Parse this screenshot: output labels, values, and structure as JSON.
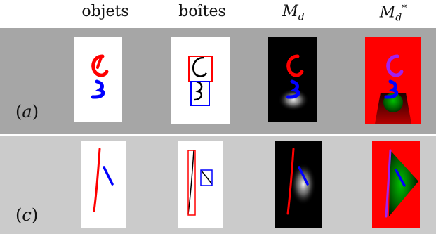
{
  "headers": {
    "col1": "objets",
    "col2": "boîtes",
    "col3_base": "M",
    "col3_sub": "d",
    "col4_base": "M",
    "col4_sub": "d",
    "col4_sup": "*"
  },
  "rows": {
    "a": {
      "label_open": "(",
      "label_letter": "a",
      "label_close": ")"
    },
    "c": {
      "label_open": "(",
      "label_letter": "c",
      "label_close": ")"
    }
  },
  "colors": {
    "band_a": "#a6a6a6",
    "band_c": "#cbcbcb",
    "stroke_red": "#ff0000",
    "stroke_blue": "#0000ff",
    "stroke_purple": "#a020f0",
    "map_green": "#00c000",
    "map_black": "#000000",
    "map_red_bg": "#ff0000"
  }
}
